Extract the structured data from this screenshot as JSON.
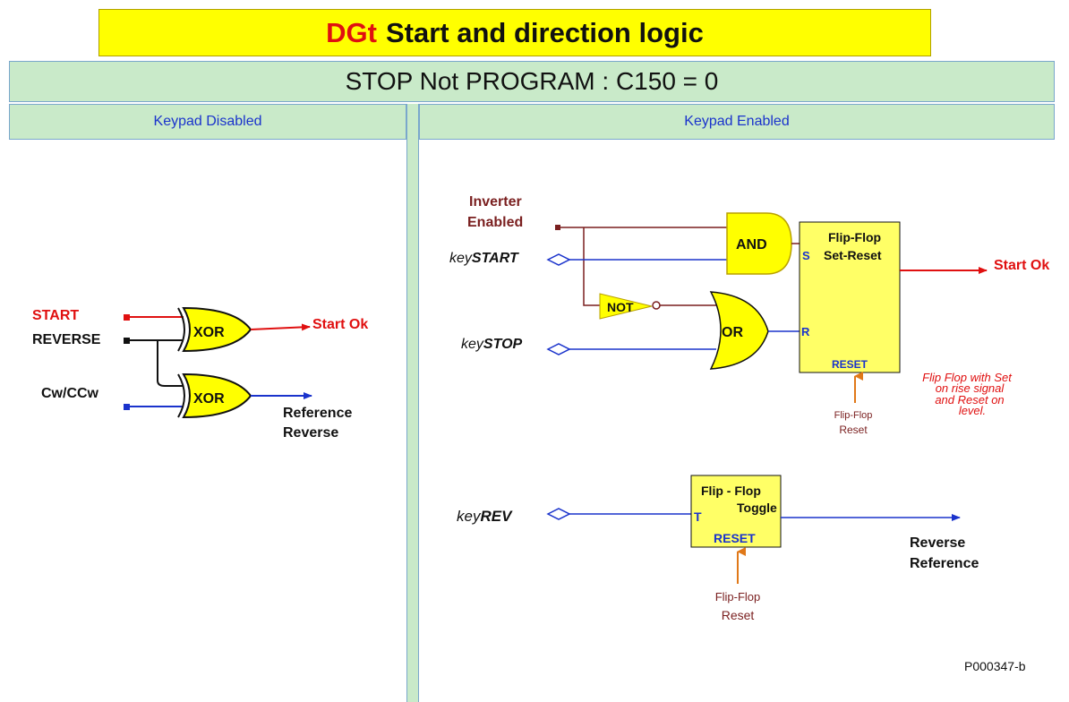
{
  "title": {
    "prefix": "DGt",
    "text": "Start and direction logic"
  },
  "mode": "STOP Not PROGRAM : C150  = 0",
  "panels": {
    "left": "Keypad Disabled",
    "right": "Keypad Enabled"
  },
  "left": {
    "inputs": {
      "start": "START",
      "reverse": "REVERSE",
      "cwccw": "Cw/CCw"
    },
    "gates": {
      "xor1": "XOR",
      "xor2": "XOR"
    },
    "outputs": {
      "start_ok": "Start Ok",
      "ref_rev_1": "Reference",
      "ref_rev_2": "Reverse"
    }
  },
  "right": {
    "inputs": {
      "inv_1": "Inverter",
      "inv_2": "Enabled",
      "key_prefix": "key",
      "start": "START",
      "stop": "STOP",
      "rev": "REV"
    },
    "gates": {
      "and": "AND",
      "not": "NOT",
      "or": "OR"
    },
    "ff_sr": {
      "title_1": "Flip-Flop",
      "title_2": "Set-Reset",
      "s": "S",
      "r": "R",
      "reset": "RESET"
    },
    "ff_sr_reset_label": {
      "line1": "Flip-Flop",
      "line2": "Reset"
    },
    "note": {
      "line1": "Flip Flop with Set",
      "line2": "on rise signal",
      "line3": "and Reset on",
      "line4": "level."
    },
    "start_ok": "Start Ok",
    "ff_toggle": {
      "title_1": "Flip - Flop",
      "title_2": "Toggle",
      "t": "T",
      "reset": "RESET"
    },
    "ff_toggle_reset_label": {
      "line1": "Flip-Flop",
      "line2": "Reset"
    },
    "rev_out": {
      "line1": "Reverse",
      "line2": "Reference"
    }
  },
  "code": "P000347-b",
  "colors": {
    "title_bg": "#ffff00",
    "band_bg": "#c9eac9",
    "red": "#e01010",
    "blue": "#1a33cc",
    "maroon": "#7a1f1f",
    "orange": "#e07818"
  }
}
